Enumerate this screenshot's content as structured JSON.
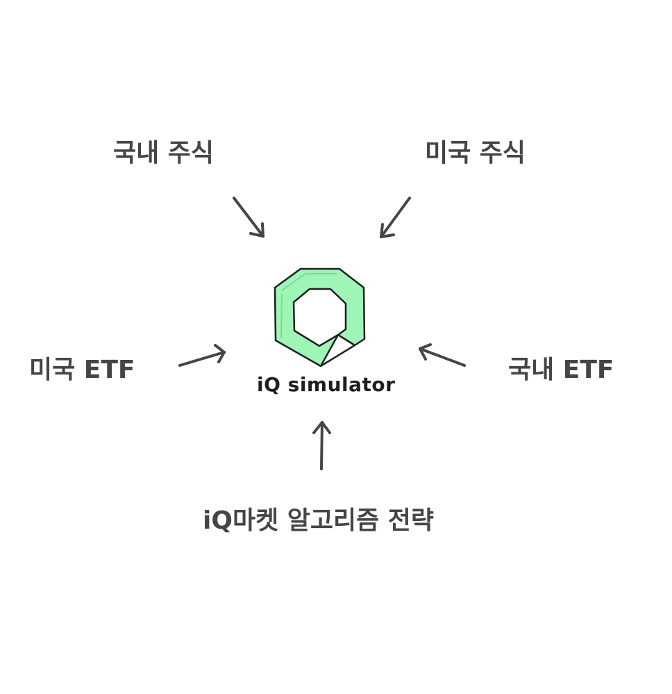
{
  "logo": {
    "caption": "iQ simulator",
    "color_fill": "#9ef5b6",
    "color_stroke": "#1e1e1e",
    "icon": "hexagon-q-logo-icon"
  },
  "inputs": {
    "domestic_stock": "국내 주식",
    "us_stock": "미국 주식",
    "us_etf": "미국 ETF",
    "domestic_etf": "국내 ETF",
    "algo_strategy": "iQ마켓 알고리즘 전략"
  },
  "colors": {
    "text": "#454545",
    "arrow": "#454545"
  }
}
